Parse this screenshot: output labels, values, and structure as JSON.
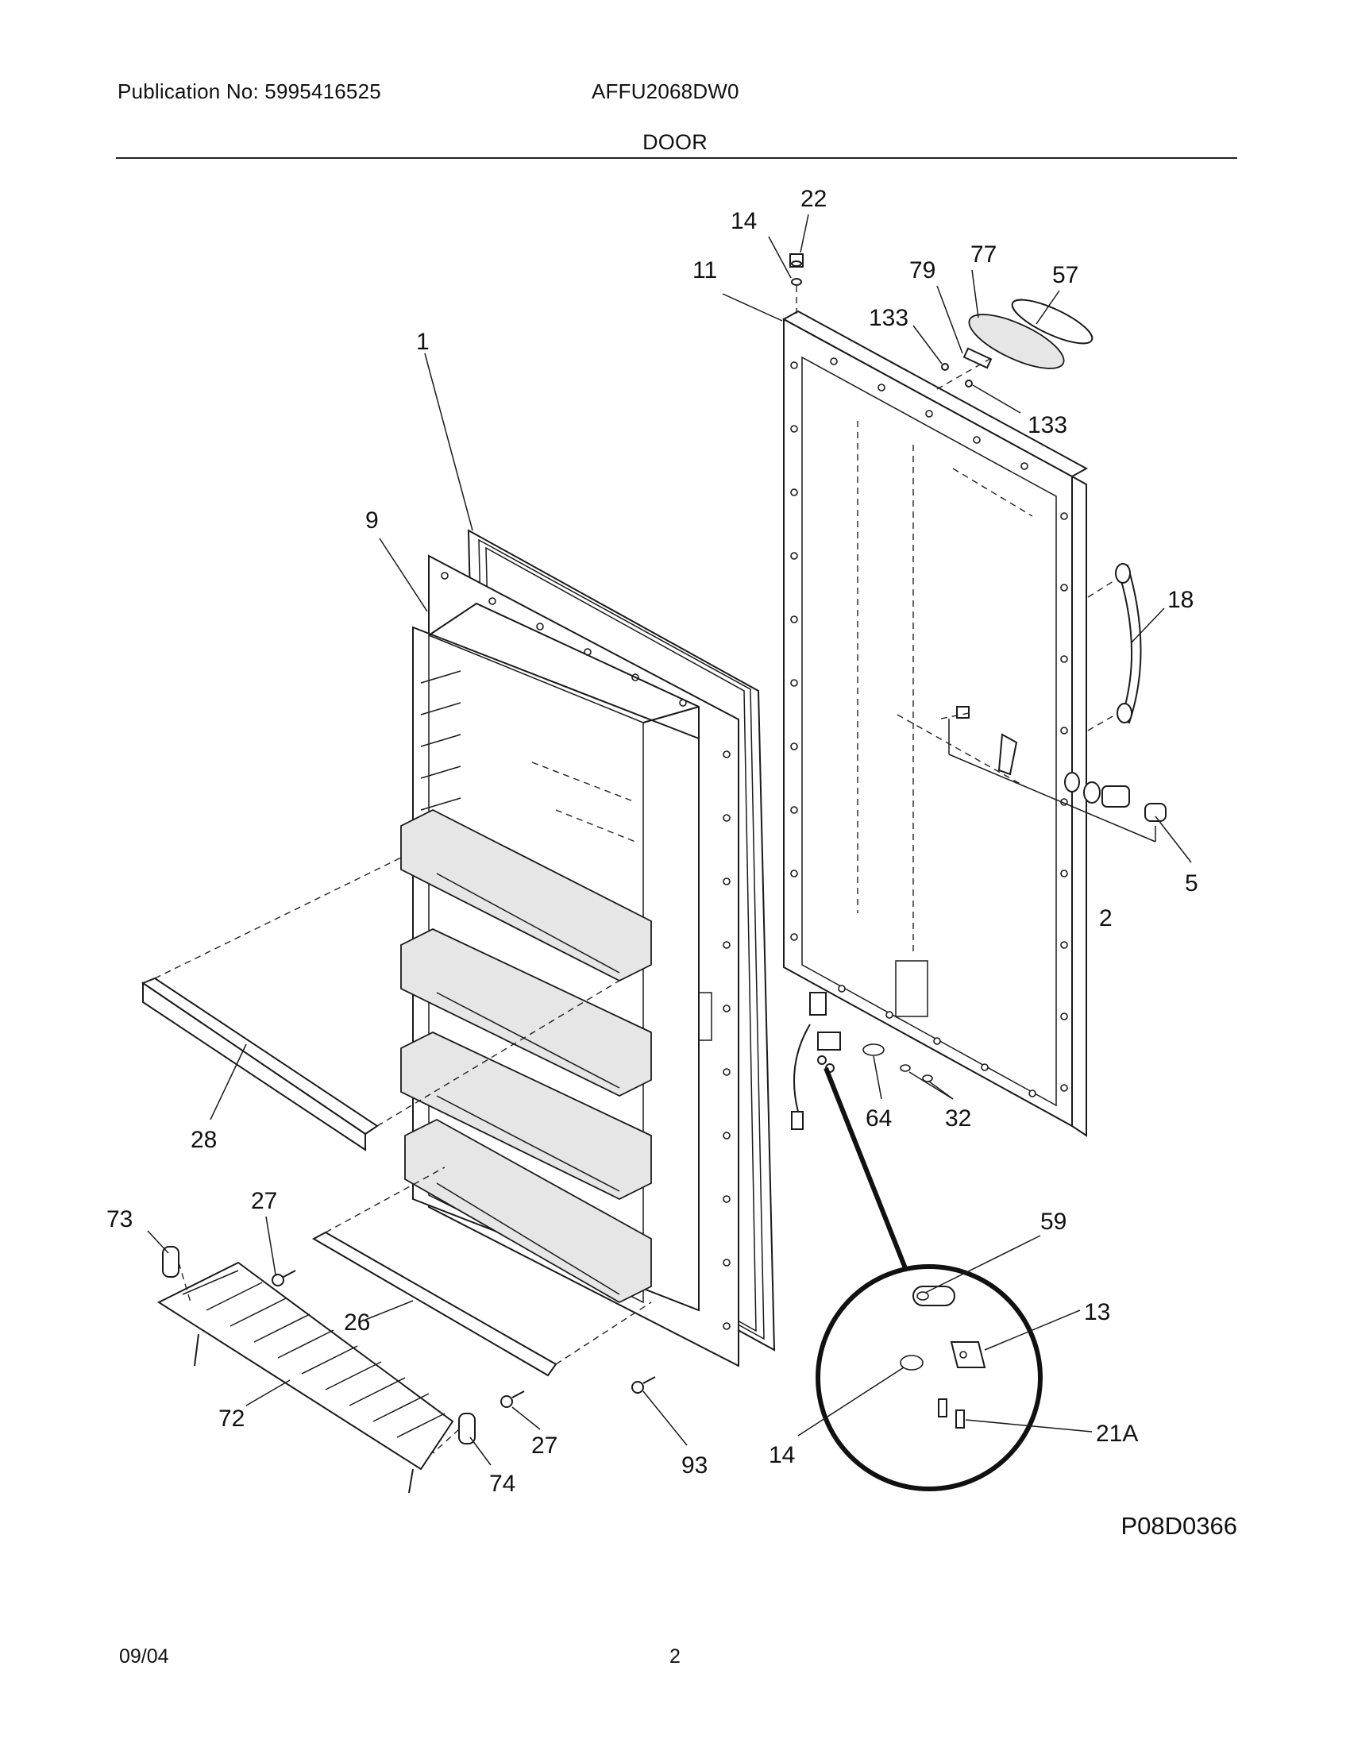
{
  "header": {
    "publication": "Publication No: 5995416525",
    "model": "AFFU2068DW0",
    "section": "DOOR"
  },
  "footer": {
    "code": "P08D0366",
    "date": "09/04",
    "page": "2"
  },
  "callouts": [
    "22",
    "14",
    "77",
    "57",
    "11",
    "79",
    "133",
    "133",
    "1",
    "9",
    "18",
    "5",
    "2",
    "28",
    "64",
    "32",
    "27",
    "73",
    "59",
    "13",
    "26",
    "72",
    "27",
    "93",
    "14",
    "21A",
    "74"
  ]
}
